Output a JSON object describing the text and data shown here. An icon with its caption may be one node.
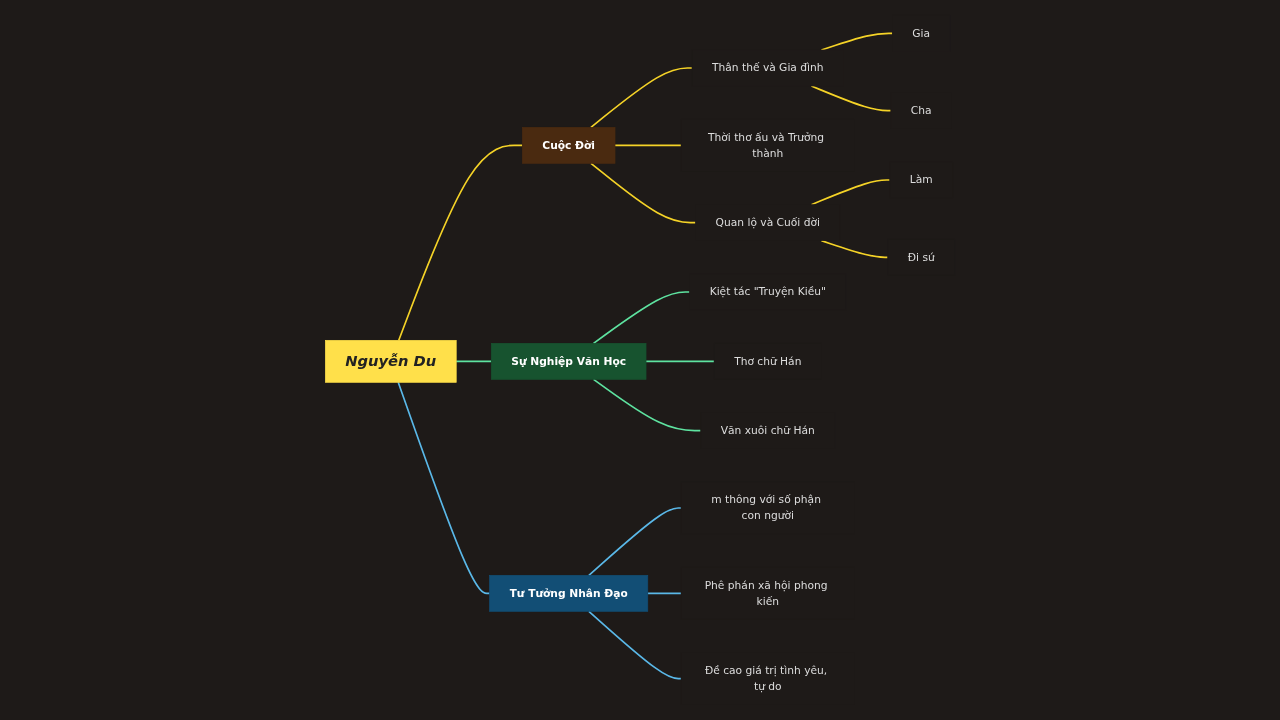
{
  "diagram": {
    "nodes": [
      {
        "text": [
          "Nguyễn Du"
        ]
      },
      {
        "text": [
          "Cuộc Đời"
        ]
      },
      {
        "text": [
          "Thân thế và Gia đình"
        ]
      },
      {
        "text": [
          "Gia"
        ]
      },
      {
        "text": [
          "Cha"
        ]
      },
      {
        "text": [
          "Thời thơ ấu và Trưởng thành"
        ]
      },
      {
        "text": [
          "Quan lộ và Cuối đời"
        ]
      },
      {
        "text": [
          "Làm"
        ]
      },
      {
        "text": [
          "Đi sứ"
        ]
      },
      {
        "text": [
          "Sự Nghiệp Văn Học"
        ]
      },
      {
        "text": [
          "Kiệt tác \"Truyện Kiều\""
        ]
      },
      {
        "text": [
          "Thơ chữ Hán"
        ]
      },
      {
        "text": [
          "Văn xuôi chữ Hán"
        ]
      },
      {
        "text": [
          "Tư Tưởng Nhân Đạo"
        ]
      },
      {
        "text": [
          "m thông với số phận con người"
        ]
      },
      {
        "text": [
          "Phê phán xã hội phong kiến"
        ]
      },
      {
        "text": [
          "Đề cao giá trị tình yêu, tự do"
        ]
      }
    ],
    "edges": [
      {
        "from": 0,
        "to": 1,
        "arrow": "none",
        "color": "#f5d327"
      },
      {
        "from": 1,
        "to": 2,
        "arrow": "none",
        "color": "#f5d327"
      },
      {
        "from": 2,
        "to": 3,
        "arrow": "none",
        "color": "#f5d327"
      },
      {
        "from": 2,
        "to": 4,
        "arrow": "none",
        "color": "#f5d327"
      },
      {
        "from": 1,
        "to": 5,
        "arrow": "none",
        "color": "#f5d327"
      },
      {
        "from": 1,
        "to": 6,
        "arrow": "none",
        "color": "#f5d327"
      },
      {
        "from": 6,
        "to": 7,
        "arrow": "none",
        "color": "#f5d327"
      },
      {
        "from": 6,
        "to": 8,
        "arrow": "none",
        "color": "#f5d327"
      },
      {
        "from": 0,
        "to": 9,
        "arrow": "none",
        "color": "#5ee3a0"
      },
      {
        "from": 9,
        "to": 10,
        "arrow": "none",
        "color": "#5ee3a0"
      },
      {
        "from": 9,
        "to": 11,
        "arrow": "none",
        "color": "#5ee3a0"
      },
      {
        "from": 9,
        "to": 12,
        "arrow": "none",
        "color": "#5ee3a0"
      },
      {
        "from": 0,
        "to": 13,
        "arrow": "none",
        "color": "#5ab8e8"
      },
      {
        "from": 13,
        "to": 14,
        "arrow": "none",
        "color": "#5ab8e8"
      },
      {
        "from": 13,
        "to": 15,
        "arrow": "none",
        "color": "#5ab8e8"
      },
      {
        "from": 13,
        "to": 16,
        "arrow": "none",
        "color": "#5ab8e8"
      }
    ]
  }
}
